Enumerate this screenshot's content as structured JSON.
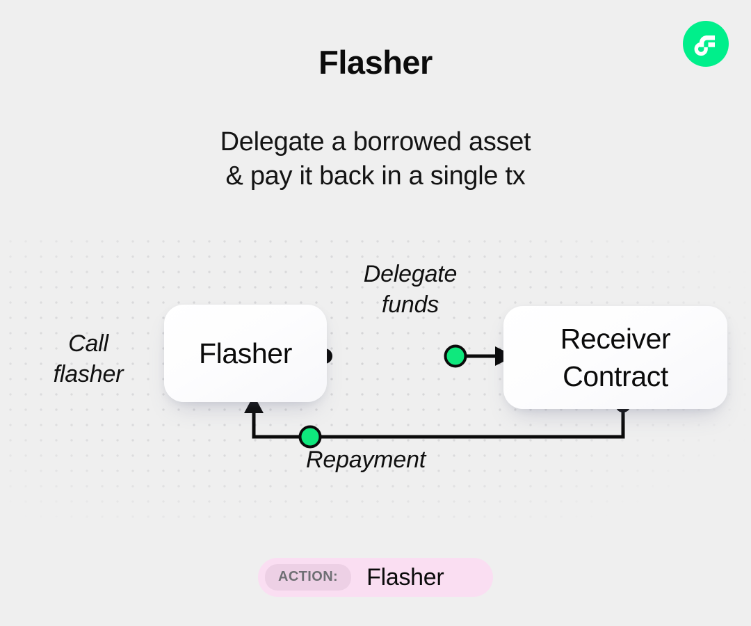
{
  "header": {
    "title": "Flasher",
    "logo_icon": "flow-logo-icon",
    "logo_color": "#00EF8B"
  },
  "subtitle": {
    "line1": "Delegate a borrowed asset",
    "line2": "& pay it back in a single tx"
  },
  "diagram": {
    "nodes": [
      {
        "id": "flasher",
        "label": "Flasher"
      },
      {
        "id": "receiver",
        "label_line1": "Receiver",
        "label_line2": "Contract"
      }
    ],
    "labels": {
      "call_line1": "Call",
      "call_line2": "flasher",
      "delegate_line1": "Delegate",
      "delegate_line2": "funds",
      "repayment": "Repayment"
    },
    "colors": {
      "accent_green": "#0FE87D",
      "connector": "#0B0B0B",
      "background": "#EFEFEF",
      "card": "#FFFFFF"
    }
  },
  "action": {
    "tag": "ACTION:",
    "value": "Flasher",
    "pill_color": "#FADEF2",
    "tag_color": "#EDD0E5"
  }
}
